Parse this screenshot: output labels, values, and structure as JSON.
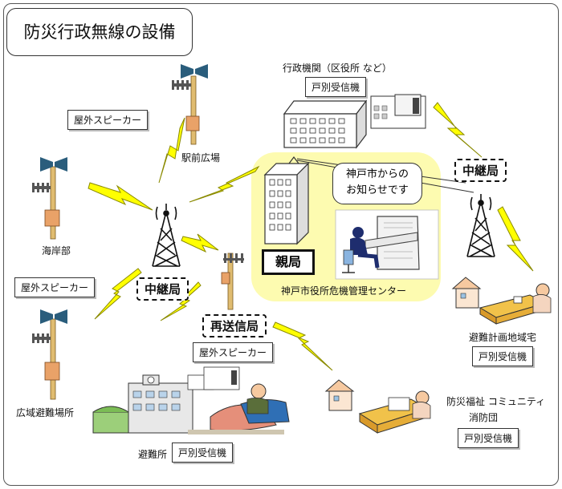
{
  "title": "防災行政無線の設備",
  "labels": {
    "ekimae": "駅前広場",
    "kaiganbu": "海岸部",
    "koiki": "広域避難場所",
    "gyosei": "行政機関（区役所 など）",
    "center": "神戸市役所危機管理センター",
    "oyakyoku": "親局",
    "speech_line1": "神戸市からの",
    "speech_line2": "お知らせです",
    "hinan_keikaku": "避難計画地域宅",
    "bousai_fukushi": "防災福祉 コミュニティ",
    "shoubodan": "消防団",
    "hinanjo": "避難所"
  },
  "boxes": {
    "speaker_top": "屋外スピーカー",
    "speaker_left": "屋外スピーカー",
    "speaker_bottom": "屋外スピーカー",
    "receiver_gyosei": "戸別受信機",
    "receiver_hinan_keikaku": "戸別受信機",
    "receiver_fukushi": "戸別受信機",
    "receiver_hinanjo": "戸別受信機"
  },
  "relays": {
    "center": "中継局",
    "right": "中継局",
    "resend": "再送信局"
  },
  "colors": {
    "bolt": "#ffff00",
    "bolt_stroke": "#8a8a00",
    "center_bg": "#fdfbb0",
    "pole": "#e0bc70",
    "pole_box": "#e9a268",
    "speaker": "#2a5d7c",
    "bed": "#f1c24a"
  }
}
